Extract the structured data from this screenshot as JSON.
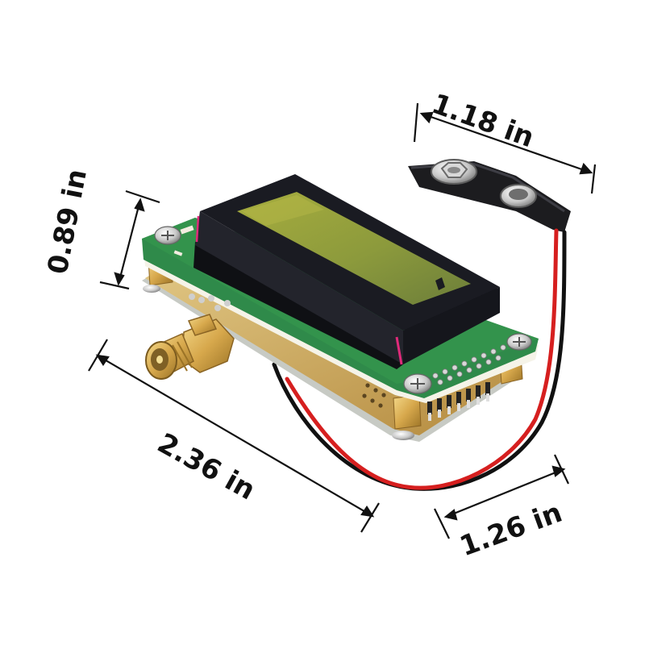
{
  "image": {
    "subject": "LCD frequency counter module with SMA connector and 9V battery snap",
    "background_color": "#ffffff"
  },
  "dimensions": {
    "width": {
      "label": "1.18 in"
    },
    "height": {
      "label": "0.89 in"
    },
    "length": {
      "label": "2.36 in"
    },
    "depth": {
      "label": "1.26 in"
    }
  },
  "colors": {
    "pcb_green": "#2f8a4a",
    "pcb_gold": "#c9a55a",
    "lcd_frame": "#1a1b22",
    "lcd_glass": "#8c9a3c",
    "brass": "#d7a84c",
    "wire_red": "#d61f1f",
    "wire_black": "#111111",
    "dimension_lines": "#111111"
  }
}
